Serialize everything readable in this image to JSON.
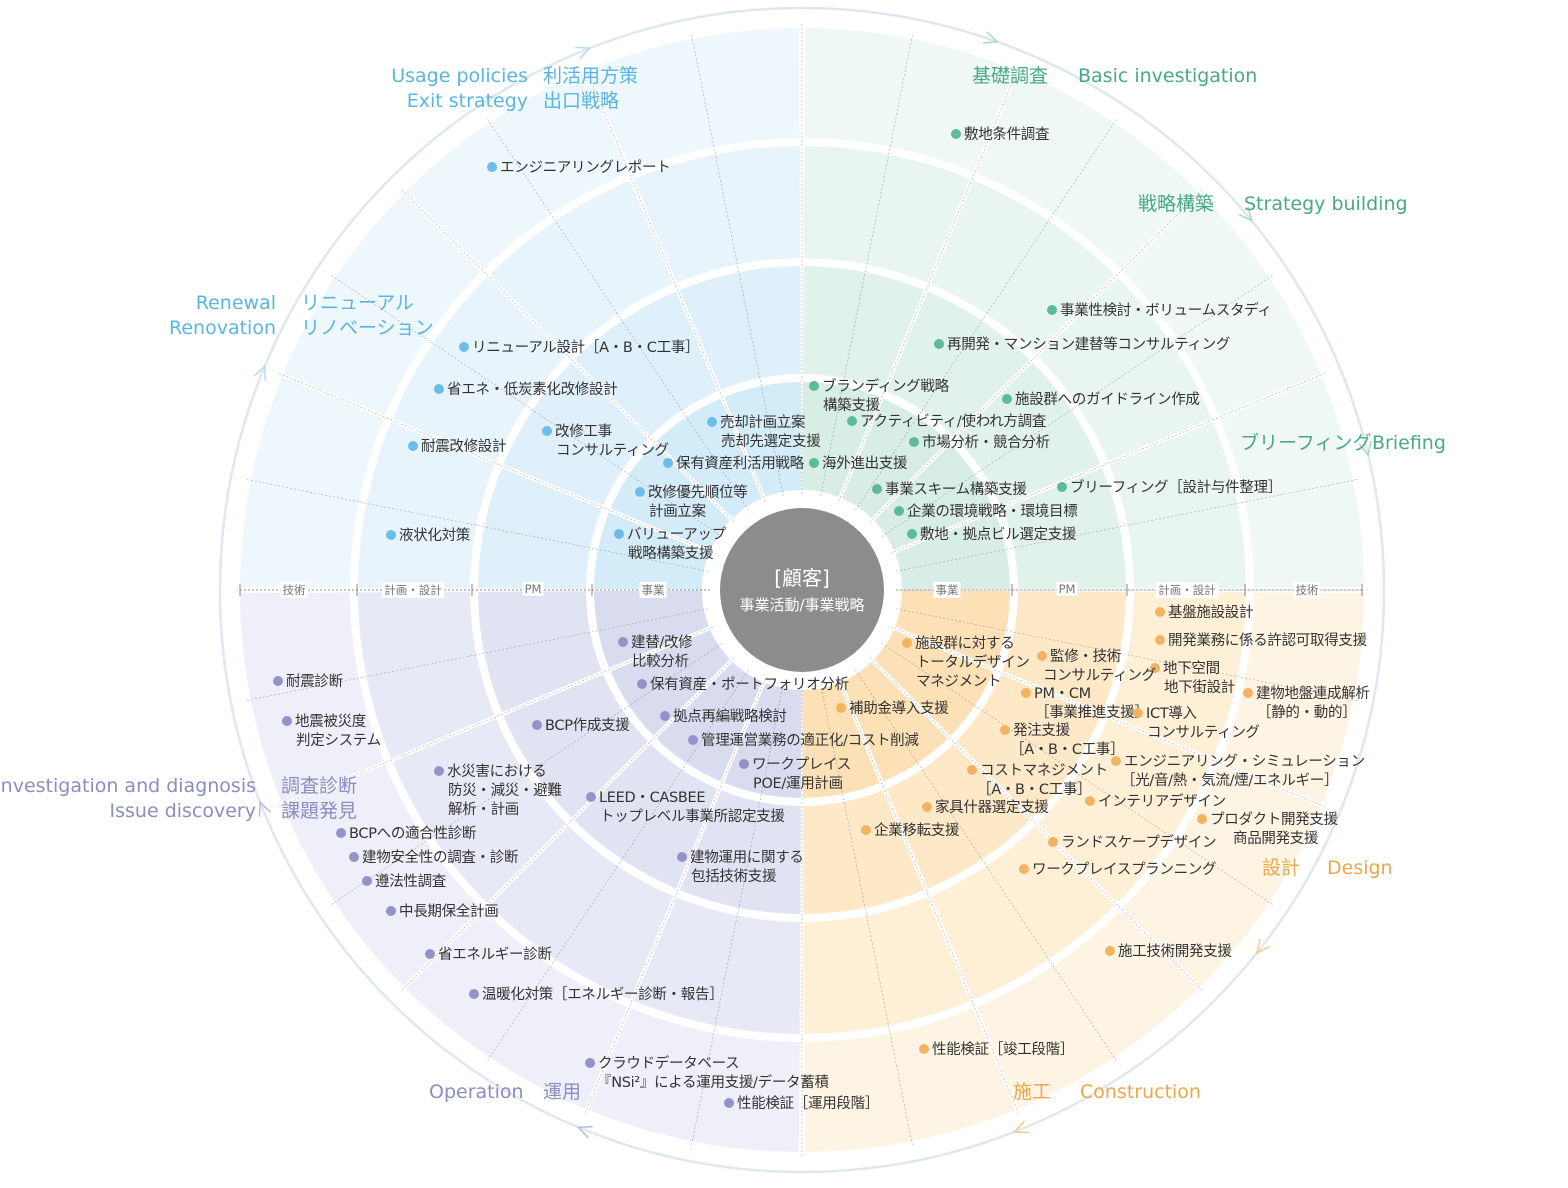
{
  "colors": {
    "blue_dot": "#6cbde9",
    "blue_text": "#5bb5e2",
    "green_dot": "#5dba9a",
    "green_text": "#4aa985",
    "orange_dot": "#f2b461",
    "orange_text": "#eba74b",
    "purple_dot": "#9591c9",
    "purple_text": "#8d8cc3",
    "center": "#8c8c8c"
  },
  "center": {
    "line1": "[顧客]",
    "line2": "事業活動/事業戦略"
  },
  "ring_labels": {
    "left": [
      "技術",
      "計画・設計",
      "PM",
      "事業"
    ],
    "right": [
      "事業",
      "PM",
      "計画・設計",
      "技術"
    ]
  },
  "titles": {
    "usage_en1": "Usage policies",
    "usage_en2": "Exit strategy",
    "usage_jp1": "利活用方策",
    "usage_jp2": "出口戦略",
    "renewal_en1": "Renewal",
    "renewal_en2": "Renovation",
    "renewal_jp1": "リニューアル",
    "renewal_jp2": "リノベーション",
    "basic_jp": "基礎調査",
    "basic_en": "Basic investigation",
    "strategy_jp": "戦略構築",
    "strategy_en": "Strategy building",
    "briefing_jp": "ブリーフィング",
    "briefing_en": "Briefing",
    "investigation_en1": "Investigation and diagnosis",
    "investigation_en2": "Issue discovery",
    "investigation_jp1": "調査診断",
    "investigation_jp2": "課題発見",
    "operation_en": "Operation",
    "operation_jp": "運用",
    "design_jp": "設計",
    "design_en": "Design",
    "construction_jp": "施工",
    "construction_en": "Construction"
  },
  "items": {
    "blue": [
      "エンジニアリングレポート",
      "リニューアル設計［A・B・C工事］",
      "省エネ・低炭素化改修設計",
      "耐震改修設計",
      "液状化対策",
      [
        "改修工事",
        "コンサルティング"
      ],
      [
        "売却計画立案",
        "売却先選定支援"
      ],
      "保有資産利活用戦略",
      [
        "改修優先順位等",
        "計画立案"
      ],
      [
        "バリューアップ",
        "戦略構築支援"
      ]
    ],
    "green": [
      "敷地条件調査",
      "事業性検討・ボリュームスタディ",
      "再開発・マンション建替等コンサルティング",
      [
        "ブランディング戦略",
        "構築支援"
      ],
      "施設群へのガイドライン作成",
      "アクティビティ/使われ方調査",
      "市場分析・競合分析",
      "海外進出支援",
      "事業スキーム構築支援",
      "ブリーフィング［設計与件整理］",
      "企業の環境戦略・環境目標",
      "敷地・拠点ビル選定支援"
    ],
    "orange": [
      "基盤施設設計",
      "開発業務に係る許認可取得支援",
      [
        "地下空間",
        "地下街設計"
      ],
      [
        "建物地盤連成解析",
        "［静的・動的］"
      ],
      [
        "施設群に対する",
        "トータルデザイン",
        "マネジメント"
      ],
      [
        "監修・技術",
        "コンサルティング"
      ],
      [
        "PM・CM",
        "［事業推進支援］"
      ],
      [
        "ICT導入",
        "コンサルティング"
      ],
      "補助金導入支援",
      [
        "発注支援",
        "［A・B・C工事］"
      ],
      [
        "エンジニアリング・シミュレーション",
        "［光/音/熱・気流/煙/エネルギー］"
      ],
      [
        "コストマネジメント",
        "［A・B・C工事］"
      ],
      "インテリアデザイン",
      "家具什器選定支援",
      [
        "プロダクト開発支援",
        "商品開発支援"
      ],
      "企業移転支援",
      "ランドスケープデザイン",
      "ワークプレイスプランニング",
      "施工技術開発支援",
      "性能検証［竣工段階］"
    ],
    "purple": [
      [
        "建替/改修",
        "比較分析"
      ],
      "保有資産・ポートフォリオ分析",
      "耐震診断",
      [
        "地震被災度",
        "判定システム"
      ],
      "BCP作成支援",
      "拠点再編戦略検討",
      "管理運営業務の適正化/コスト削減",
      [
        "ワークプレイス",
        "POE/運用計画"
      ],
      [
        "水災害における",
        "防災・減災・避難",
        "解析・計画"
      ],
      [
        "LEED・CASBEE",
        "トップレベル事業所認定支援"
      ],
      "BCPへの適合性診断",
      "建物安全性の調査・診断",
      "遵法性調査",
      [
        "建物運用に関する",
        "包括技術支援"
      ],
      "中長期保全計画",
      "省エネルギー診断",
      "温暖化対策［エネルギー診断・報告］",
      [
        "クラウドデータベース",
        "『NSi²』による運用支援/データ蓄積"
      ],
      "性能検証［運用段階］"
    ]
  }
}
